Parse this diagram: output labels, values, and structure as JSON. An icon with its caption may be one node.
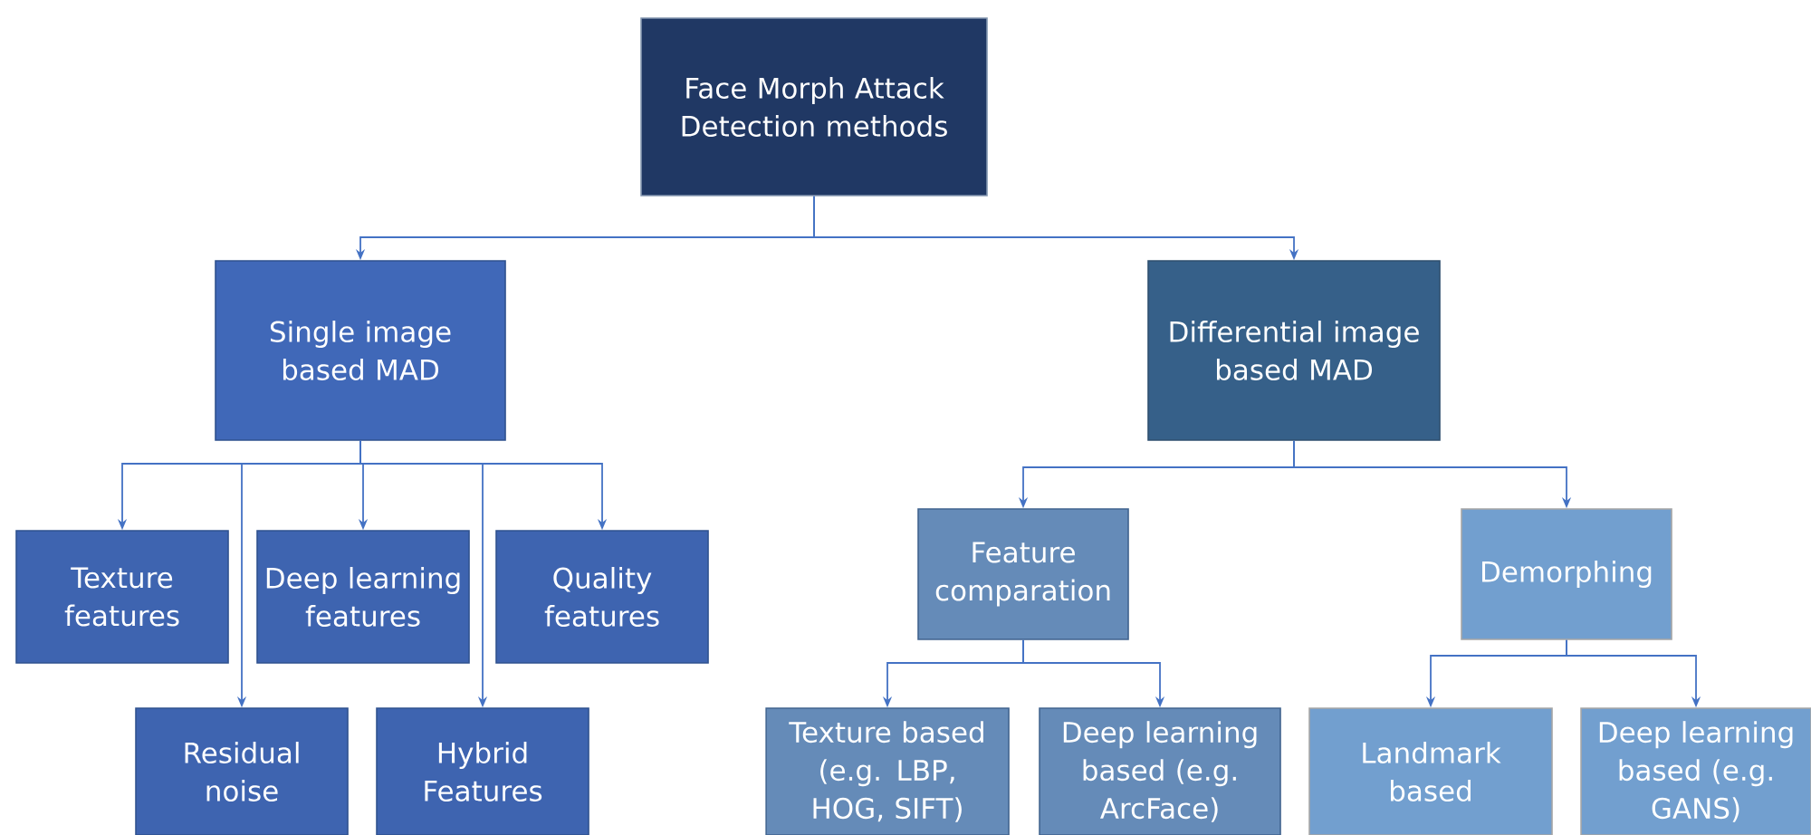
{
  "diagram": {
    "nodes": [
      {
        "text": [
          "Face Morph Attack Detection methods"
        ]
      },
      {
        "text": [
          "Single image based MAD"
        ]
      },
      {
        "text": [
          "Differential image based MAD"
        ]
      },
      {
        "text": [
          "Texture features"
        ]
      },
      {
        "text": [
          "Deep learning features"
        ]
      },
      {
        "text": [
          "Quality features"
        ]
      },
      {
        "text": [
          "Residual noise"
        ]
      },
      {
        "text": [
          "Hybrid Features"
        ]
      },
      {
        "text": [
          "Feature comparation"
        ]
      },
      {
        "text": [
          "Demorphing"
        ]
      },
      {
        "text": [
          "Texture based (e.g. LBP, HOG, SIFT)"
        ]
      },
      {
        "text": [
          "Deep learning based (e.g. ArcFace)"
        ]
      },
      {
        "text": [
          "Landmark based"
        ]
      },
      {
        "text": [
          "Deep learning based (e.g. GANS)"
        ]
      }
    ],
    "edges": [
      {
        "from": 0,
        "to": 1,
        "arrow": "to"
      },
      {
        "from": 0,
        "to": 2,
        "arrow": "to"
      },
      {
        "from": 1,
        "to": 3,
        "arrow": "to"
      },
      {
        "from": 1,
        "to": 4,
        "arrow": "to"
      },
      {
        "from": 1,
        "to": 5,
        "arrow": "to"
      },
      {
        "from": 1,
        "to": 6,
        "arrow": "to"
      },
      {
        "from": 1,
        "to": 7,
        "arrow": "to"
      },
      {
        "from": 2,
        "to": 8,
        "arrow": "to"
      },
      {
        "from": 2,
        "to": 9,
        "arrow": "to"
      },
      {
        "from": 8,
        "to": 10,
        "arrow": "to"
      },
      {
        "from": 8,
        "to": 11,
        "arrow": "to"
      },
      {
        "from": 9,
        "to": 12,
        "arrow": "to"
      },
      {
        "from": 9,
        "to": 13,
        "arrow": "to"
      }
    ]
  }
}
